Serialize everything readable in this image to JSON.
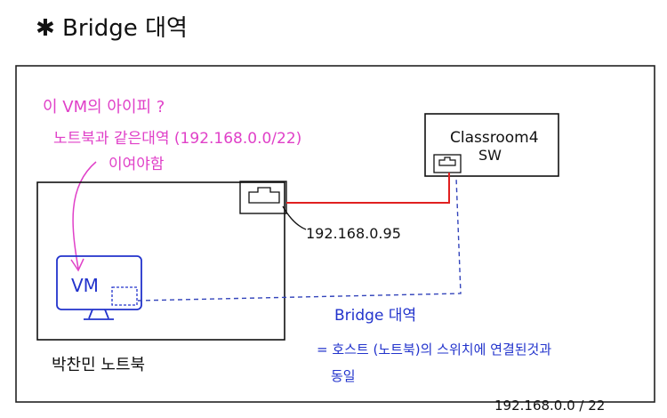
{
  "title": "✱ Bridge 대역",
  "question_vm_ip": "이 VM의 아이피 ?",
  "question_same_band": "노트북과 같은대역 (192.168.0.0/22)",
  "question_suffix": "이여야함",
  "classroom_switch": {
    "line1": "Classroom4",
    "line2": "SW"
  },
  "laptop_nic_ip": "192.168.0.95",
  "vm_label": "VM",
  "laptop_label": "박찬민 노트북",
  "bridge_note": {
    "title": "Bridge 대역",
    "line1": "= 호스트 (노트북)의 스위치에 연결된것과",
    "line2": "동일"
  },
  "network_bottom": "192.168.0.0 / 22",
  "colors": {
    "ink": "#111111",
    "pink": "#e040c8",
    "blue": "#2233cc",
    "red": "#e02020",
    "dash_blue": "#3344bb"
  },
  "icons": [
    "laptop-nic-icon",
    "switch-port-icon",
    "vm-nic-icon",
    "monitor-stand-icon"
  ]
}
